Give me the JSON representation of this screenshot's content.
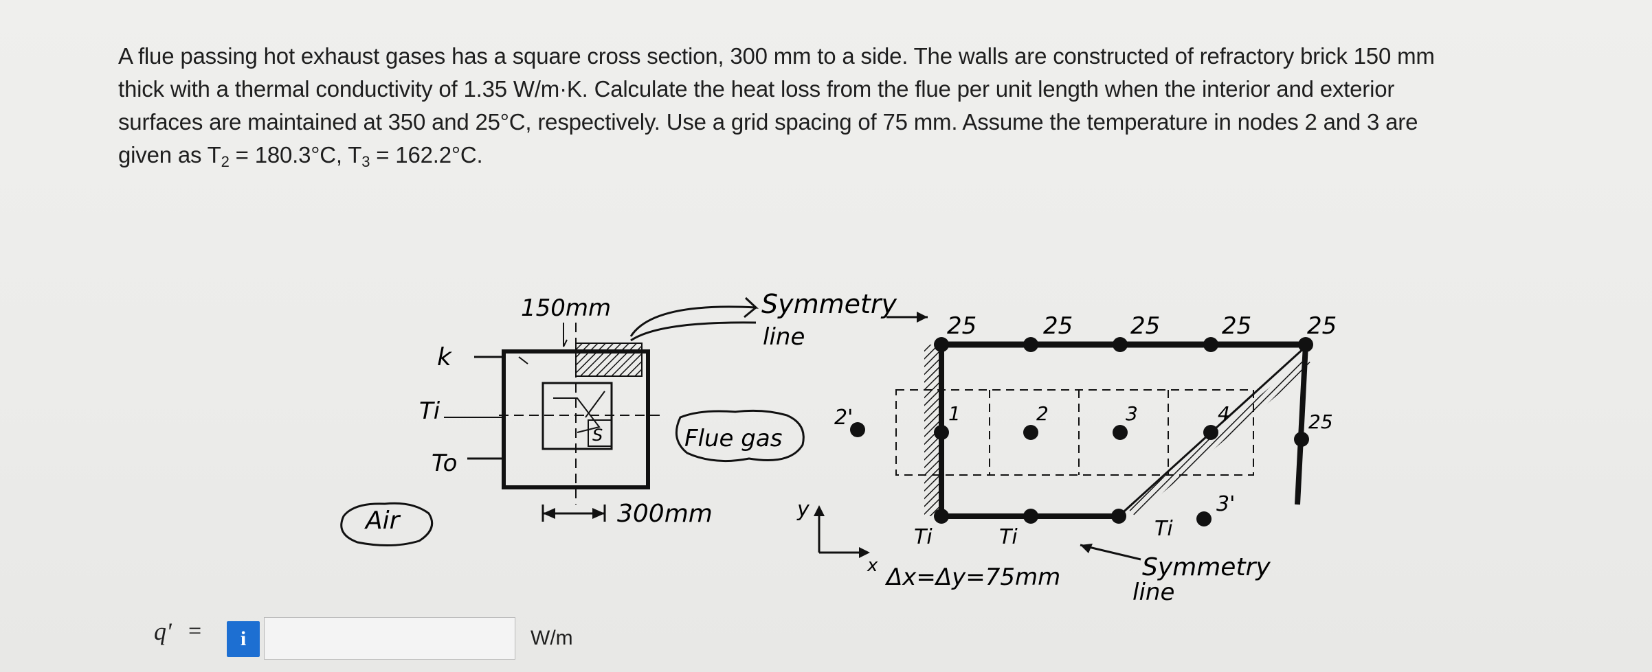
{
  "problem": {
    "line1": "A flue passing hot exhaust gases has a square cross section, 300 mm to a side. The walls are constructed of refractory brick 150 mm",
    "line2": "thick with a thermal conductivity of 1.35 W/m·K. Calculate the heat loss from the flue per unit length when the interior and exterior",
    "line3": "surfaces are maintained at 350 and 25°C, respectively. Use a grid spacing of 75 mm. Assume the temperature in nodes 2 and 3 are",
    "line4_prefix": "given as T",
    "line4_sub2": "2",
    "line4_mid": " = 180.3°C, T",
    "line4_sub3": "3",
    "line4_suffix": " = 162.2°C."
  },
  "figure": {
    "dim_150": "150mm",
    "k": "k",
    "Ti": "Ti",
    "To": "To",
    "S": "S",
    "flue_gas": "Flue gas",
    "air": "Air",
    "dim_300": "300mm",
    "symmetry_top_1": "Symmetry",
    "symmetry_top_2": "line",
    "t25": "25",
    "node1": "1",
    "node2": "2",
    "node3": "3",
    "node4": "4",
    "node2p": "2'",
    "node3p": "3'",
    "y_axis": "y",
    "x_axis": "x",
    "spacing": "Δx=Δy=75mm",
    "symmetry_bot_1": "Symmetry",
    "symmetry_bot_2": "line"
  },
  "answer": {
    "symbol": "q'",
    "equals": "=",
    "info": "i",
    "value": "",
    "unit": "W/m"
  }
}
